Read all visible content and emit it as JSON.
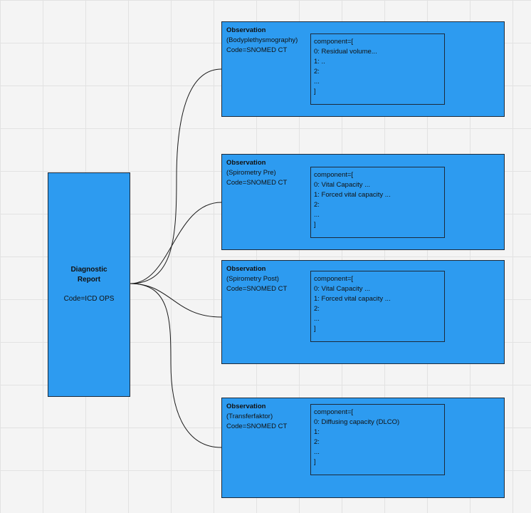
{
  "diagnostic_report": {
    "title": "Diagnostic Report",
    "code": "Code=ICD OPS"
  },
  "observations": [
    {
      "title": "Observation",
      "subtitle": "(Bodyplethysmography)",
      "code": "Code=SNOMED CT",
      "component_lines": [
        "component=[",
        "0: Residual volume...",
        "1: ..",
        "2:",
        "...",
        "]"
      ]
    },
    {
      "title": "Observation",
      "subtitle": "(Spirometry Pre)",
      "code": "Code=SNOMED CT",
      "component_lines": [
        "component=[",
        "0: Vital Capacity ...",
        "1: Forced vital capacity ...",
        "2:",
        "...",
        "]"
      ]
    },
    {
      "title": "Observation",
      "subtitle": "(Spirometry Post)",
      "code": "Code=SNOMED CT",
      "component_lines": [
        "component=[",
        "0: Vital Capacity ...",
        "1: Forced vital capacity ...",
        "2:",
        "...",
        "]"
      ]
    },
    {
      "title": "Observation",
      "subtitle": "(Transferfaktor)",
      "code": "Code=SNOMED CT",
      "component_lines": [
        "component=[",
        "0: Diffusing capacity (DLCO)",
        "1:",
        "2:",
        "...",
        "]"
      ]
    }
  ],
  "colors": {
    "box_fill": "#2d9bf0",
    "border": "#1c2a3a",
    "connector": "#1a1a1a",
    "background": "#f4f4f4"
  }
}
